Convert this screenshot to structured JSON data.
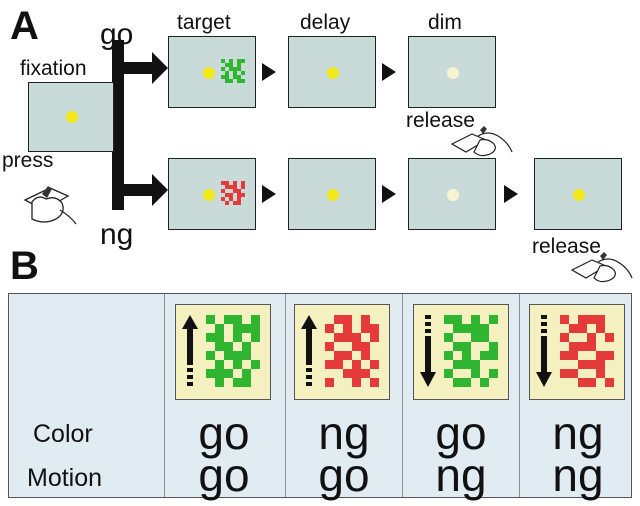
{
  "panel_a": {
    "letter": "A",
    "go_label": "go",
    "ng_label": "ng",
    "fixation_label": "fixation",
    "press_label": "press",
    "target_label": "target",
    "delay_label": "delay",
    "dim_label": "dim",
    "release_label_go": "release",
    "release_label_ng": "release"
  },
  "panel_b": {
    "letter": "B",
    "row_labels": {
      "color": "Color",
      "motion": "Motion"
    },
    "conditions": [
      {
        "color": "go",
        "motion": "go",
        "grid_color": "green",
        "arrow": "up"
      },
      {
        "color": "ng",
        "motion": "go",
        "grid_color": "red",
        "arrow": "up"
      },
      {
        "color": "go",
        "motion": "ng",
        "grid_color": "green",
        "arrow": "down"
      },
      {
        "color": "ng",
        "motion": "ng",
        "grid_color": "red",
        "arrow": "down"
      }
    ]
  },
  "colors": {
    "screen": "#c9dbd9",
    "fixation_dot": "#f2ea1d",
    "dim_dot": "#f7f4d2",
    "green": "#2fb52f",
    "red": "#e53a3a",
    "stimulus_bg": "#f5f0c0",
    "table_bg": "#e0ecf1"
  }
}
